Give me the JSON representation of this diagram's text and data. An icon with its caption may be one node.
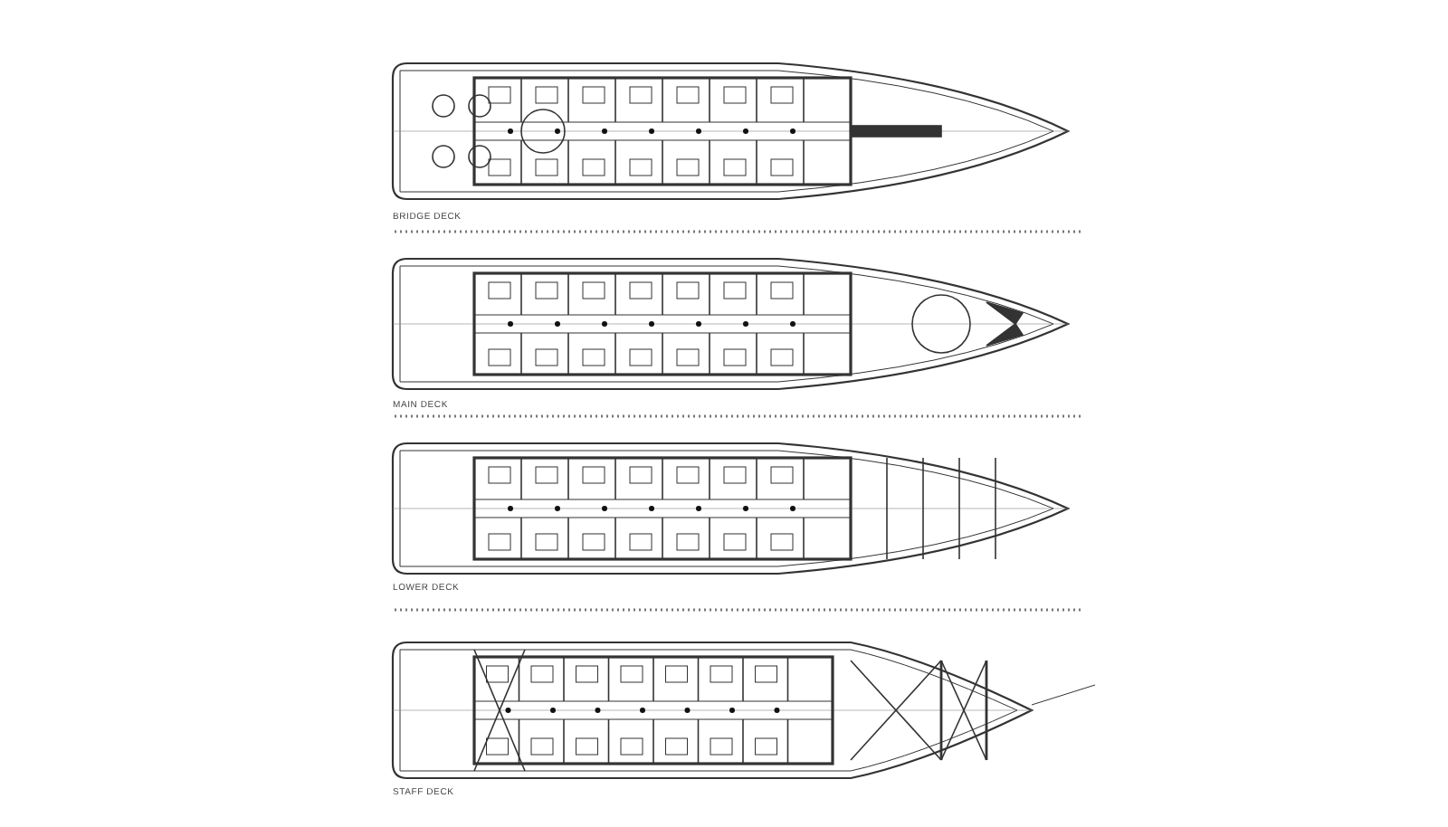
{
  "diagram": {
    "labels": [
      "BRIDGE DECK",
      "MAIN DECK",
      "LOWER DECK",
      "STAFF DECK"
    ]
  }
}
